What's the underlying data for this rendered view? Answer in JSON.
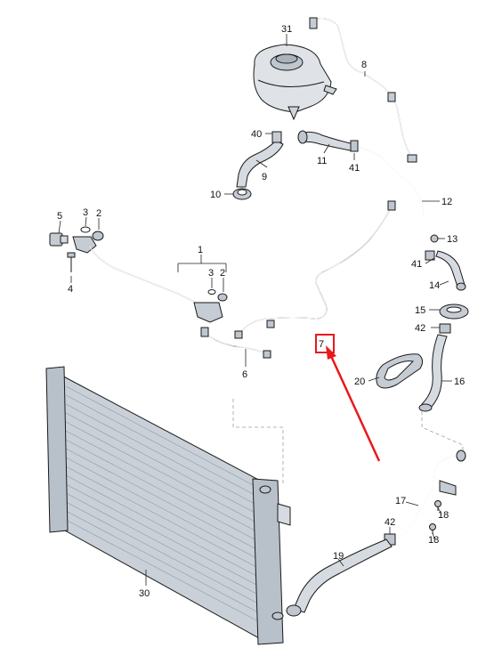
{
  "callouts": [
    {
      "id": "p31",
      "text": "31"
    },
    {
      "id": "p8",
      "text": "8"
    },
    {
      "id": "p40",
      "text": "40"
    },
    {
      "id": "p9",
      "text": "9"
    },
    {
      "id": "p10",
      "text": "10"
    },
    {
      "id": "p11",
      "text": "11"
    },
    {
      "id": "p41a",
      "text": "41"
    },
    {
      "id": "p12",
      "text": "12"
    },
    {
      "id": "p13",
      "text": "13"
    },
    {
      "id": "p41b",
      "text": "41"
    },
    {
      "id": "p14",
      "text": "14"
    },
    {
      "id": "p15",
      "text": "15"
    },
    {
      "id": "p42a",
      "text": "42"
    },
    {
      "id": "p5",
      "text": "5"
    },
    {
      "id": "p3a",
      "text": "3"
    },
    {
      "id": "p2a",
      "text": "2"
    },
    {
      "id": "p1",
      "text": "1"
    },
    {
      "id": "p3b",
      "text": "3"
    },
    {
      "id": "p2b",
      "text": "2"
    },
    {
      "id": "p4",
      "text": "4"
    },
    {
      "id": "p6",
      "text": "6"
    },
    {
      "id": "p7",
      "text": "7"
    },
    {
      "id": "p20",
      "text": "20"
    },
    {
      "id": "p16",
      "text": "16"
    },
    {
      "id": "p17",
      "text": "17"
    },
    {
      "id": "p18a",
      "text": "18"
    },
    {
      "id": "p42b",
      "text": "42"
    },
    {
      "id": "p18b",
      "text": "18"
    },
    {
      "id": "p19",
      "text": "19"
    },
    {
      "id": "p30",
      "text": "30"
    }
  ],
  "highlight": {
    "target": "7",
    "color": "#e8191c"
  },
  "colors": {
    "line": "#1a1a1a",
    "part_fill": "#d6dbe1",
    "radiator_fill": "#c9d0d8"
  }
}
